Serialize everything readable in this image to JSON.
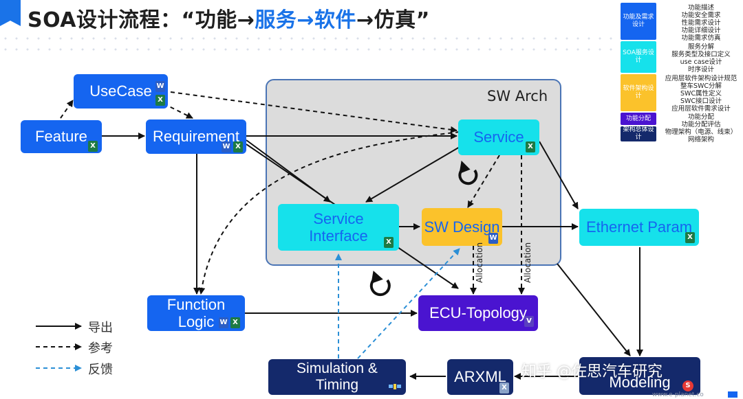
{
  "header": {
    "title_prefix": "SOA设计流程：",
    "title_q1": "“功能→",
    "title_hl1": "服务→",
    "title_hl2": "软件",
    "title_end": "→仿真”"
  },
  "panel": {
    "label": "SW Arch"
  },
  "nodes": {
    "usecase": "UseCase",
    "feature": "Feature",
    "requirement": "Requirement",
    "service": "Service",
    "service_interface_1": "Service",
    "service_interface_2": "Interface",
    "sw_design": "SW Design",
    "ethernet_param": "Ethernet Param",
    "function_logic_1": "Function",
    "function_logic_2": "Logic",
    "ecu_topology": "ECU-Topology",
    "simulation_1": "Simulation &",
    "simulation_2": "Timing",
    "arxml": "ARXML",
    "modeling": "Modeling"
  },
  "annotations": {
    "allocation_1": "Allocation",
    "allocation_2": "Allocation"
  },
  "legend": {
    "export": "导出",
    "reference": "参考",
    "feedback": "反馈"
  },
  "side_table": {
    "groups": [
      {
        "label": "功能及需求设计",
        "color": "#1565f0"
      },
      {
        "label": "SOA服务设计",
        "color": "#16e1eb"
      },
      {
        "label": "软件架构设计",
        "color": "#fbc22b"
      },
      {
        "label": "功能分配",
        "color": "#4a14d0"
      },
      {
        "label": "架构总体设计",
        "color": "#14296b"
      }
    ],
    "rows": [
      "功能描述",
      "功能安全需求",
      "性能需求设计",
      "功能详细设计",
      "功能需求仿真",
      "服务分解",
      "服务类型及接口定义",
      "use case设计",
      "时序设计",
      "应用层软件架构设计规范",
      "整车SWC分解",
      "SWC属性定义",
      "SWC接口设计",
      "应用层软件需求设计",
      "功能分配",
      "功能分配评估",
      "物理架构（电源、线束）",
      "网络架构"
    ]
  },
  "watermark": {
    "text": "知乎 @佐思汽车研究"
  },
  "footer": {
    "url": "www.e-planet.co"
  },
  "colors": {
    "primary_blue": "#1565f0",
    "cyan": "#16e1eb",
    "gold": "#fbc22b",
    "purple": "#4a14d0",
    "navy": "#14296b",
    "feedback": "#2b8fd6"
  },
  "icons": [
    "excel-file-icon",
    "word-file-icon",
    "visio-file-icon",
    "refresh-cycle-icon",
    "xml-file-icon",
    "satellite-icon"
  ]
}
